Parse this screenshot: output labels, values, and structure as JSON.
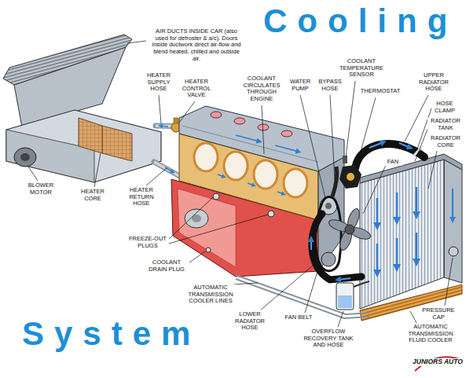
{
  "diagram": {
    "title": "Cooling",
    "labels": [
      "AIR DUCTS INSIDE CAR (also used for defroster & a/c). Doors inside ductwork direct air-flow and blend heated, chilled and outside air.",
      "HEATER SUPPLY HOSE",
      "HEATER CONTROL VALVE",
      "COOLANT CIRCULATES THROUGH ENGINE",
      "WATER PUMP",
      "BYPASS HOSE",
      "COOLANT TEMPERATURE SENSOR",
      "THERMOSTAT",
      "UPPER RADIATOR HOSE",
      "HOSE CLAMP",
      "RADIATOR TANK",
      "RADIATOR CORE",
      "FAN",
      "BLOWER MOTOR",
      "HEATER CORE",
      "HEATER RETURN HOSE",
      "FREEZE-OUT PLUGS",
      "COOLANT DRAIN PLUG",
      "AUTOMATIC TRANSMISSION COOLER LINES",
      "LOWER RADIATOR HOSE",
      "FAN BELT",
      "OVERFLOW RECOVERY TANK AND HOSE",
      "PRESSURE CAP",
      "AUTOMATIC TRANSMISSION FLUID COOLER",
      "JUNIORS AUTO",
      "System"
    ]
  }
}
